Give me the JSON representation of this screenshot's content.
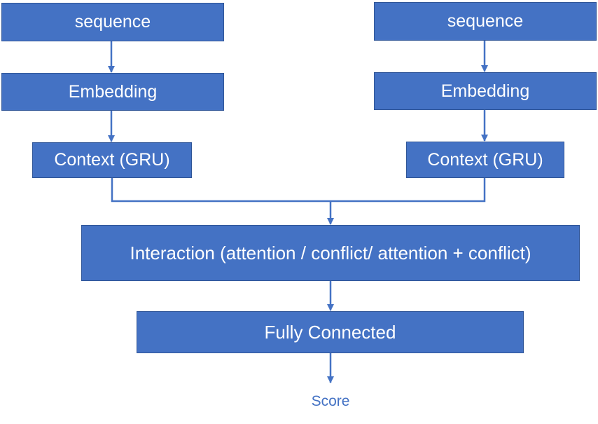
{
  "colors": {
    "box_fill": "#4472c4",
    "box_border": "#2f5597",
    "box_text": "#ffffff",
    "connector": "#4472c4",
    "output_text": "#4472c4"
  },
  "left_branch": {
    "sequence": "sequence",
    "embedding": "Embedding",
    "context": "Context (GRU)"
  },
  "right_branch": {
    "sequence": "sequence",
    "embedding": "Embedding",
    "context": "Context (GRU)"
  },
  "interaction": "Interaction (attention / conflict/ attention + conflict)",
  "fully_connected": "Fully Connected",
  "output": "Score"
}
